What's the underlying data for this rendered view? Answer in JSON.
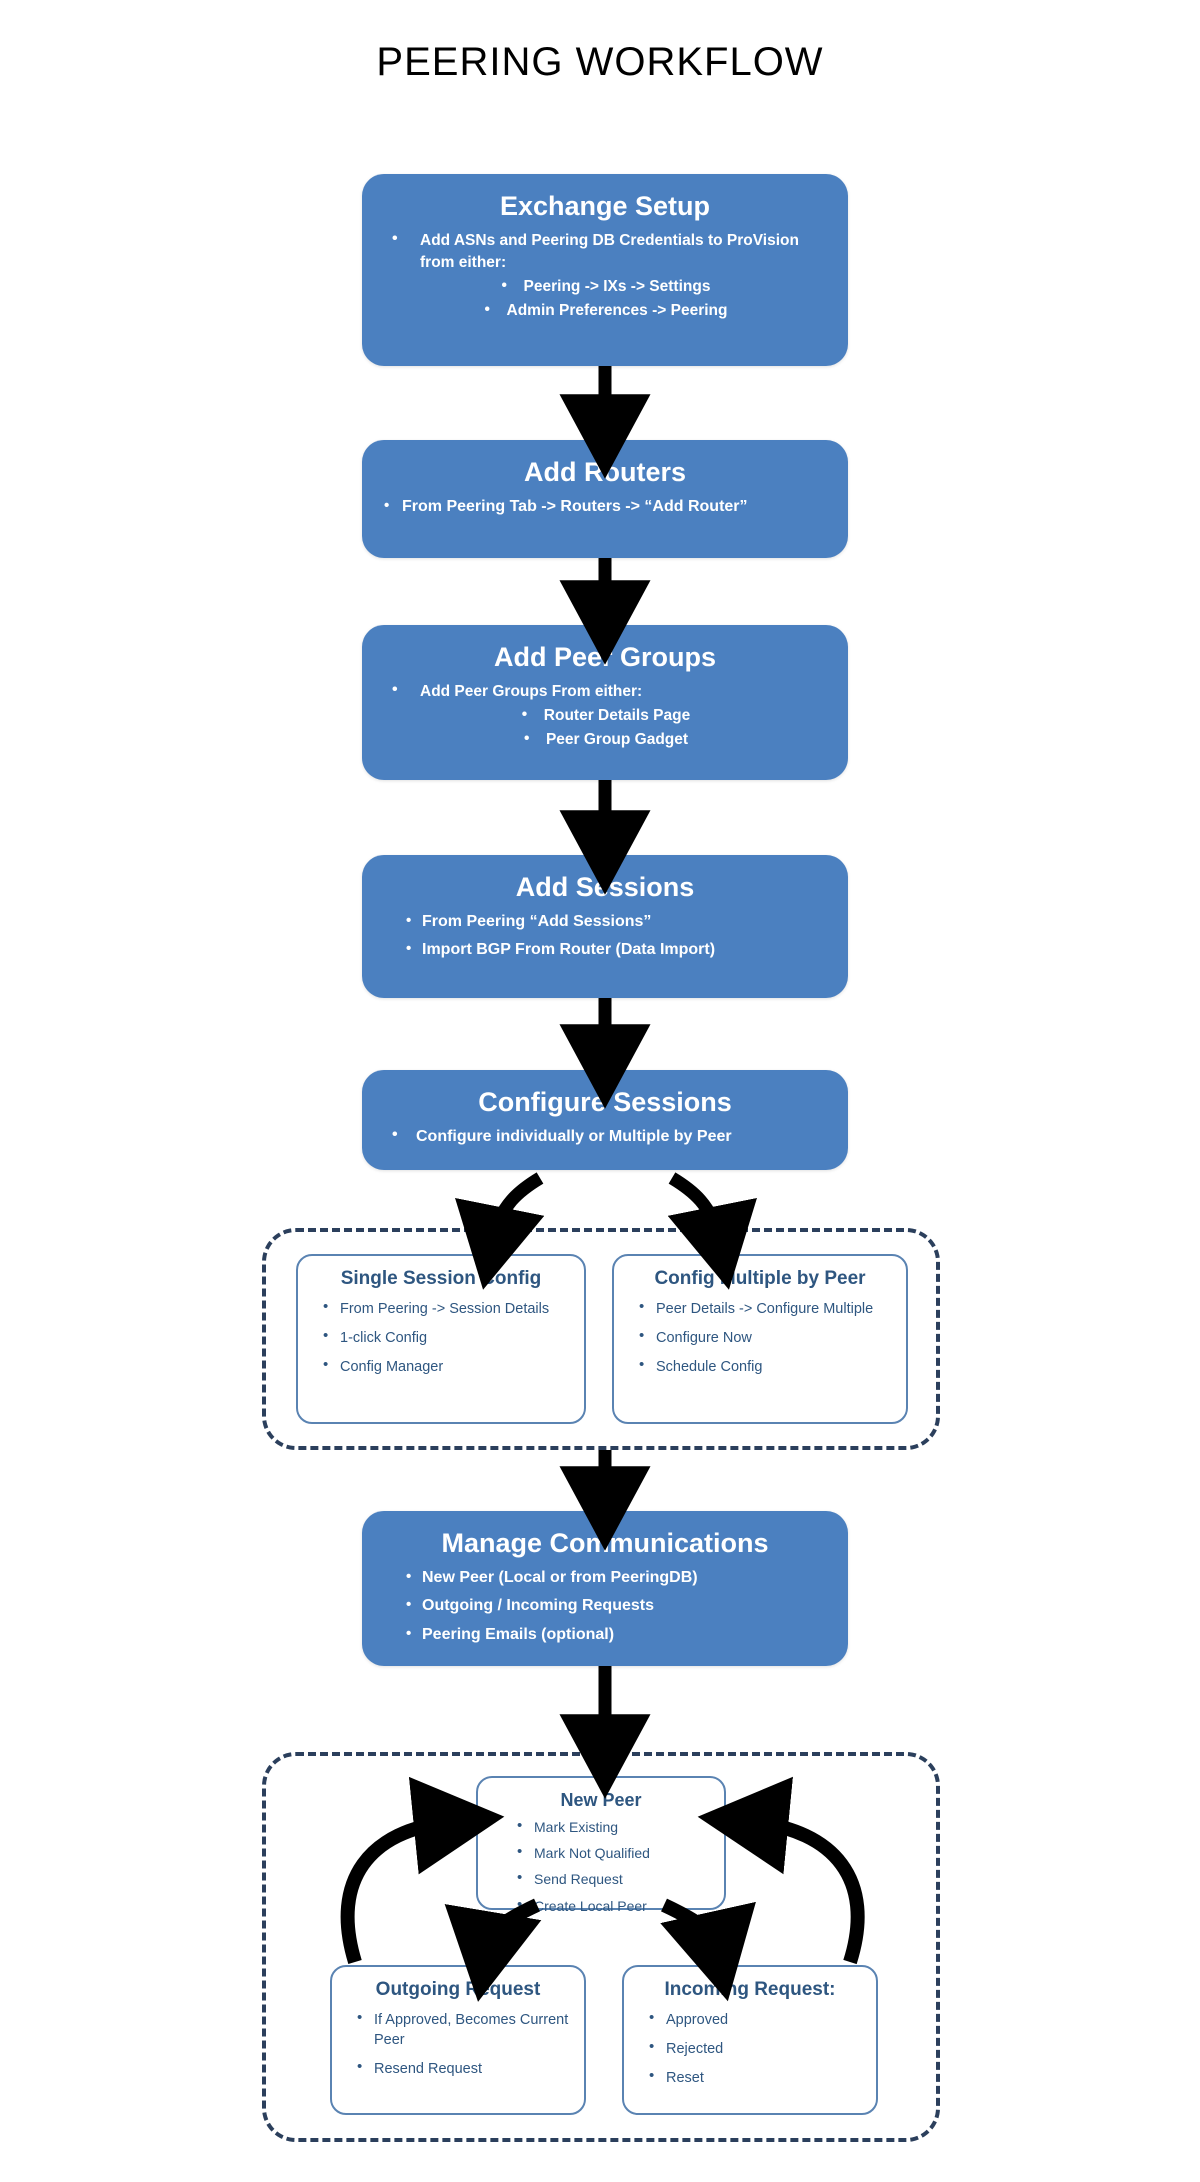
{
  "page": {
    "title": "PEERING WORKFLOW",
    "background": "#FFFFFF"
  },
  "colors": {
    "box_blue": "#4B80C0",
    "box_text_white": "#FFFFFF",
    "sub_box_border": "#5A83B2",
    "sub_box_text": "#2E5680",
    "dashed_group_border": "#2B3F5C",
    "arrow_black": "#000000"
  },
  "steps": [
    {
      "id": "exchange-setup",
      "title": "Exchange Setup",
      "bullets": [
        {
          "text": "Add ASNs and Peering DB Credentials to ProVision from either:",
          "level": 1
        },
        {
          "text": "Peering -> IXs -> Settings",
          "level": 2
        },
        {
          "text": "Admin Preferences -> Peering",
          "level": 2
        }
      ]
    },
    {
      "id": "add-routers",
      "title": "Add Routers",
      "bullets": [
        {
          "text": "From Peering Tab -> Routers -> “Add Router”",
          "level": 1
        }
      ]
    },
    {
      "id": "add-peer-groups",
      "title": "Add Peer Groups",
      "bullets": [
        {
          "text": "Add Peer Groups From either:",
          "level": 1
        },
        {
          "text": "Router Details Page",
          "level": 2
        },
        {
          "text": "Peer Group Gadget",
          "level": 2
        }
      ]
    },
    {
      "id": "add-sessions",
      "title": "Add Sessions",
      "bullets": [
        {
          "text": "From  Peering “Add Sessions”",
          "level": 1
        },
        {
          "text": "Import BGP From Router (Data Import)",
          "level": 1
        }
      ]
    },
    {
      "id": "configure-sessions",
      "title": "Configure Sessions",
      "bullets": [
        {
          "text": "Configure individually or Multiple by Peer",
          "level": 1
        }
      ]
    },
    {
      "id": "manage-communications",
      "title": "Manage Communications",
      "bullets": [
        {
          "text": "New Peer (Local or from PeeringDB)",
          "level": 1
        },
        {
          "text": "Outgoing / Incoming Requests",
          "level": 1
        },
        {
          "text": "Peering Emails (optional)",
          "level": 1
        }
      ]
    }
  ],
  "config_group": {
    "boxes": [
      {
        "id": "single-session-config",
        "title": "Single Session Config",
        "bullets": [
          "From Peering -> Session Details",
          "1-click Config",
          "Config Manager"
        ]
      },
      {
        "id": "config-multiple-by-peer",
        "title": "Config Multiple by Peer",
        "bullets": [
          "Peer Details -> Configure Multiple",
          "Configure Now",
          "Schedule Config"
        ]
      }
    ]
  },
  "communications_group": {
    "new_peer": {
      "id": "new-peer",
      "title": "New Peer",
      "bullets": [
        "Mark Existing",
        "Mark Not Qualified",
        "Send Request",
        "Create Local Peer"
      ]
    },
    "outgoing_request": {
      "id": "outgoing-request",
      "title": "Outgoing Request",
      "bullets": [
        "If Approved, Becomes Current Peer",
        "Resend Request"
      ]
    },
    "incoming_request": {
      "id": "incoming-request",
      "title": "Incoming Request:",
      "bullets": [
        "Approved",
        "Rejected",
        "Reset"
      ]
    }
  }
}
